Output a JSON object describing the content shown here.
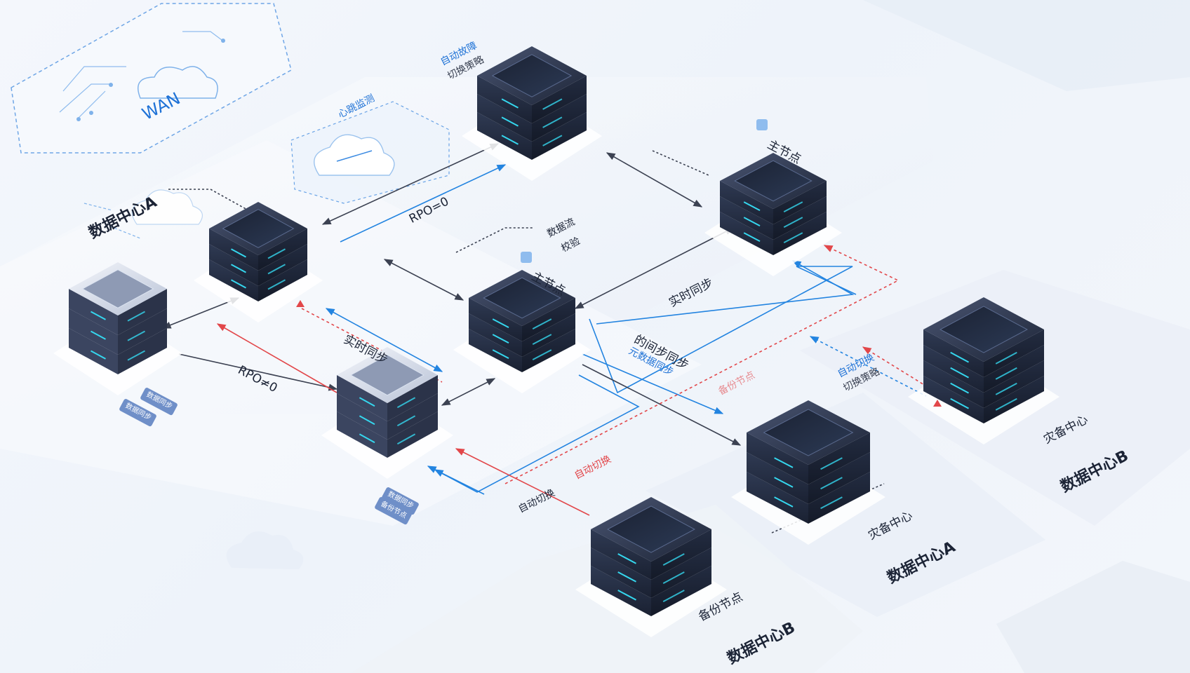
{
  "labels": {
    "wan": "WAN",
    "dc_a": "数据中心A",
    "rpo_zero": "RPO=0",
    "rpo_nonzero": "RPO≠0",
    "heartbeat": "心跳监测",
    "auto_failover": "自动故障",
    "auto_failover_sub": "切换策略",
    "primary_node_right": "主节点",
    "primary_node_mid": "主节点",
    "data_verify": "数据流",
    "data_verify_sub": "校验",
    "realtime_sync_left": "实时同步",
    "realtime_sync_right": "实时同步",
    "async_sync": "的间步同步",
    "async_sync_sub": "元数据同步",
    "auto_switch_red": "自动切换",
    "auto_switch_red2": "备份节点",
    "auto_switch_dark": "自动切换",
    "auto_switch_blue": "自动切换",
    "auto_switch_blue_sub": "切换策略",
    "dr_center_right": "灾备中心",
    "dc_b_right": "数据中心B",
    "dr_center_mid": "灾备中心",
    "dc_a_bottom": "数据中心A",
    "backup_node": "备份节点",
    "dc_b_bottom": "数据中心B"
  },
  "tags": {
    "left_1": "数据同步",
    "left_2": "数据同步",
    "mid_1": "数据同步",
    "mid_2": "备份节点"
  },
  "colors": {
    "accent_blue": "#1f72d6",
    "alert_red": "#e2474a",
    "server_dark": "#2a3348",
    "server_glow": "#35d7ee"
  }
}
